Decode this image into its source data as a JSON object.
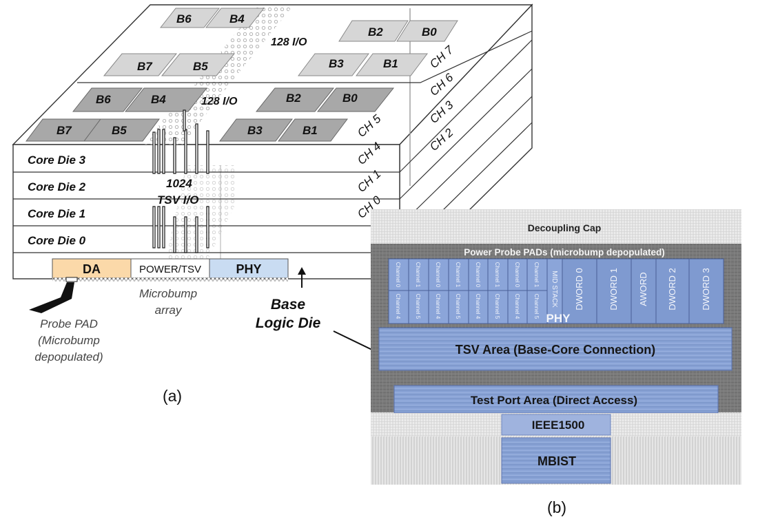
{
  "figure_a": {
    "top_bank_rows": [
      [
        "B6",
        "B4",
        "B2",
        "B0"
      ],
      [
        "B7",
        "B5",
        "B3",
        "B1"
      ],
      [
        "B6",
        "B4",
        "B2",
        "B0"
      ],
      [
        "B7",
        "B5",
        "B3",
        "B1"
      ]
    ],
    "io_label_top": "128 I/O",
    "io_label_mid": "128 I/O",
    "side_channels_back": [
      "CH 7",
      "CH 6",
      "CH 3",
      "CH 2"
    ],
    "side_channels_front": [
      "CH 5",
      "CH 4",
      "CH 1",
      "CH 0"
    ],
    "core_dies": [
      "Core Die 3",
      "Core Die 2",
      "Core Die 1",
      "Core Die 0"
    ],
    "tsv_label_1": "1024",
    "tsv_label_2": "TSV I/O",
    "base_blocks": {
      "da": "DA",
      "power": "POWER/TSV",
      "phy": "PHY"
    },
    "probe_pad": [
      "Probe PAD",
      "(Microbump",
      "depopulated)"
    ],
    "microbump": [
      "Microbump",
      "array"
    ],
    "base_logic": [
      "Base",
      "Logic Die"
    ],
    "caption": "(a)"
  },
  "figure_b": {
    "decoupling": "Decoupling Cap",
    "power_probe": "Power Probe PADs (microbump depopulated)",
    "channel_top": [
      "Channel 0",
      "Channel 1",
      "Channel 0",
      "Channel 1",
      "Channel 0",
      "Channel 1",
      "Channel 0",
      "Channel 1"
    ],
    "channel_bottom": [
      "Channel 4",
      "Channel 5",
      "Channel 4",
      "Channel 5",
      "Channel 4",
      "Channel 5",
      "Channel 4",
      "Channel 5"
    ],
    "mid_stack": "MID STACK",
    "dwords": [
      "DWORD 0",
      "DWORD 1",
      "AWORD",
      "DWORD 2",
      "DWORD 3"
    ],
    "phy": "PHY",
    "tsv_area": "TSV Area (Base-Core Connection)",
    "test_port": "Test Port Area (Direct Access)",
    "ieee": "IEEE1500",
    "mbist": "MBIST",
    "caption": "(b)"
  },
  "colors": {
    "bank_light": "#d6d6d6",
    "bank_dark": "#a8a8a8",
    "da_fill": "#fbd9a9",
    "phy_fill": "#c9dcf2",
    "die_blue": "#7f9ad0",
    "die_gray": "#6b6b6b"
  }
}
